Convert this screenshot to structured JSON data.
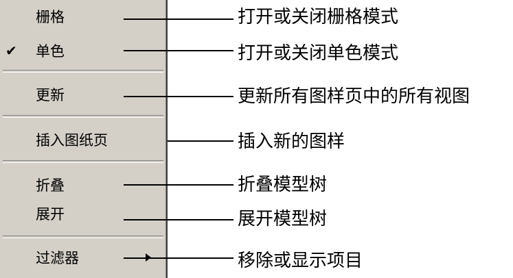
{
  "menu": {
    "items": [
      {
        "label": "栅格"
      },
      {
        "label": "单色",
        "checked_mark": "✔"
      },
      {
        "label": "更新"
      },
      {
        "label": "插入图纸页"
      },
      {
        "label": "折叠"
      },
      {
        "label": "展开"
      },
      {
        "label": "过滤器",
        "submenu_icon": "submenu-arrow-icon"
      }
    ]
  },
  "annotations": [
    "打开或关闭栅格模式",
    "打开或关闭单色模式",
    "更新所有图样页中的所有视图",
    "插入新的图样",
    "折叠模型树",
    "展开模型树",
    "移除或显示项目"
  ]
}
